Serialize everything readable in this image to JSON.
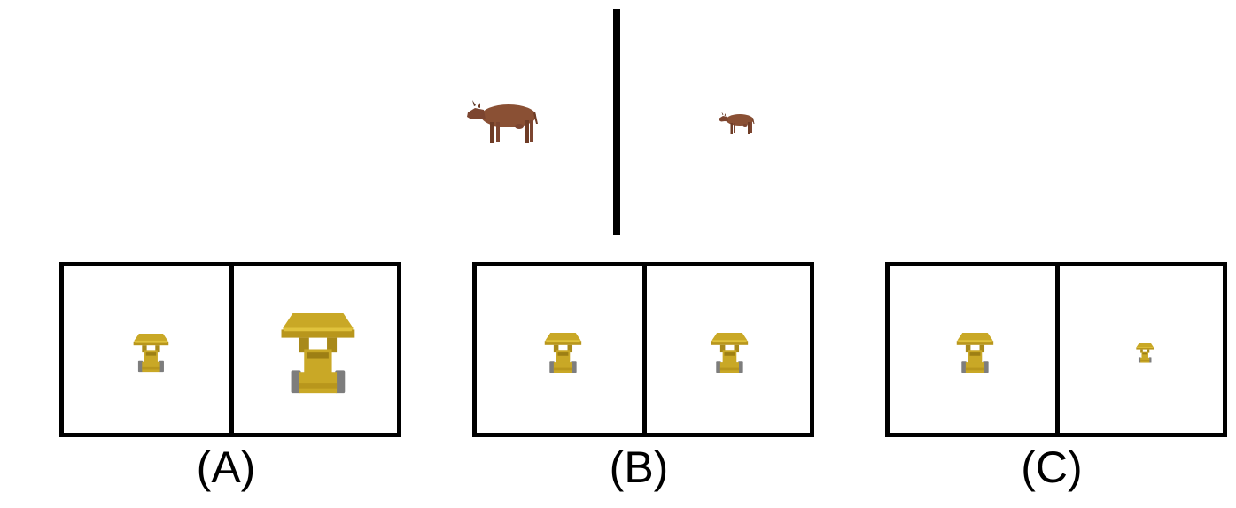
{
  "reference": {
    "left_object": "cow-icon",
    "right_object": "cow-icon"
  },
  "options": [
    {
      "label": "(A)",
      "left_object": "dump-truck-icon",
      "right_object": "dump-truck-icon"
    },
    {
      "label": "(B)",
      "left_object": "dump-truck-icon",
      "right_object": "dump-truck-icon"
    },
    {
      "label": "(C)",
      "left_object": "dump-truck-icon",
      "right_object": "dump-truck-icon"
    }
  ],
  "colors": {
    "cow_body": "#8a5034",
    "cow_shadow": "#6e3c26",
    "truck_body": "#c9a826",
    "truck_shadow": "#9d7f14",
    "tracks": "#7d7d7d",
    "frame": "#000000"
  }
}
